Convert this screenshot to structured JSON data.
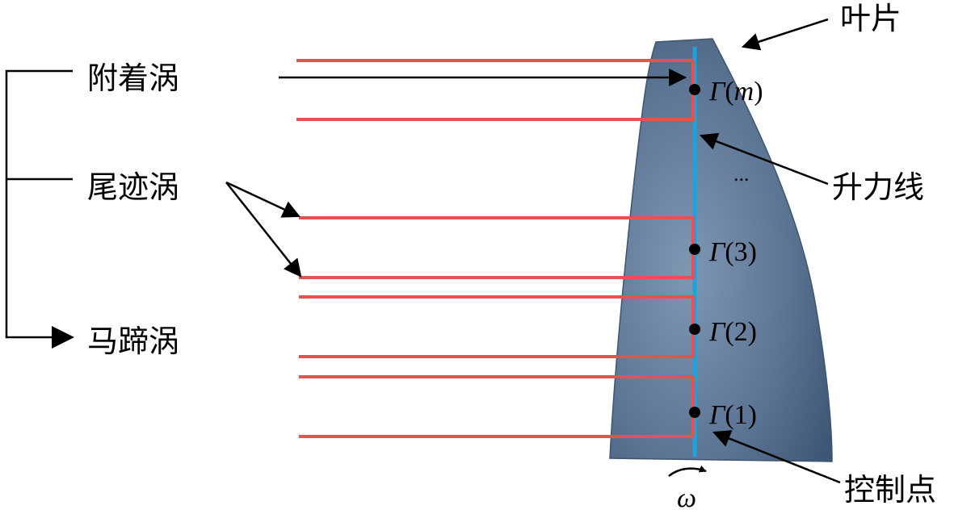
{
  "labels": {
    "bound_vortex": "附着涡",
    "trailing_vortex": "尾迹涡",
    "horseshoe_vortex": "马蹄涡",
    "blade": "叶片",
    "lifting_line": "升力线",
    "control_point": "控制点",
    "omega": "ω",
    "ellipsis": "..."
  },
  "gammas": [
    {
      "symbol": "Γ",
      "open": "(",
      "index": "m",
      "close": ")",
      "index_italic": true
    },
    {
      "symbol": "Γ",
      "open": "(",
      "index": "3",
      "close": ")",
      "index_italic": false
    },
    {
      "symbol": "Γ",
      "open": "(",
      "index": "2",
      "close": ")",
      "index_italic": false
    },
    {
      "symbol": "Γ",
      "open": "(",
      "index": "1",
      "close": ")",
      "index_italic": false
    }
  ],
  "colors": {
    "vortex_line": "#e8514f",
    "lifting_line": "#1aa3e0",
    "blade_fill": "#5a7392",
    "blade_edge": "#3d5472",
    "point": "#000000",
    "arrow": "#000000"
  }
}
